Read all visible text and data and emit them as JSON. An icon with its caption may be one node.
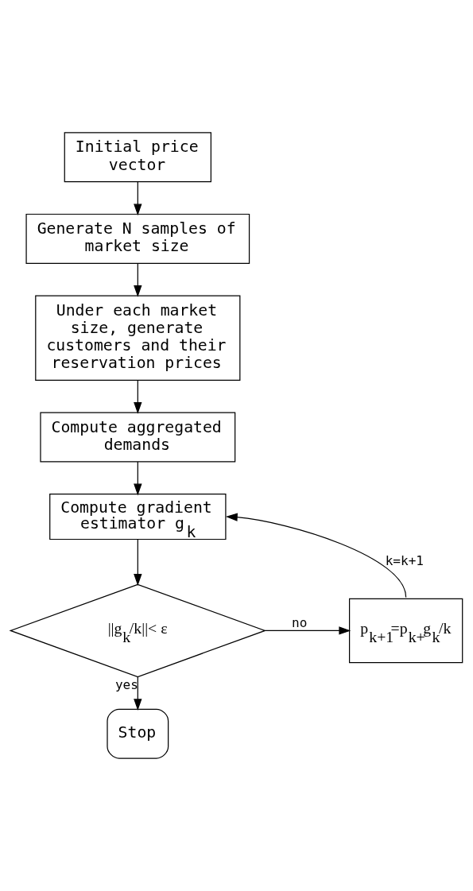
{
  "diagram": {
    "nodes": [
      {
        "text": [
          "Initial price vector"
        ]
      },
      {
        "text": [
          "Generate N samples of market size"
        ]
      },
      {
        "text": [
          "Under each market size, generate customers and their reservation prices"
        ]
      },
      {
        "text": [
          "Compute aggregated demands"
        ]
      },
      {
        "text": [
          "Compute gradient estimator g$_{k}$"
        ]
      },
      {
        "text": [
          "||g$_{k}$/k||< ε"
        ]
      },
      {
        "text": [
          "p$_{k+1}$=p$_{k+}$g$_{k}$/k"
        ]
      },
      {
        "text": [
          "Stop"
        ]
      }
    ],
    "edges": [
      {
        "from": 0,
        "to": 1,
        "arrow": "to"
      },
      {
        "from": 1,
        "to": 2,
        "arrow": "to"
      },
      {
        "from": 2,
        "to": 3,
        "arrow": "to"
      },
      {
        "from": 3,
        "to": 4,
        "arrow": "to"
      },
      {
        "from": 4,
        "to": 5,
        "arrow": "to"
      },
      {
        "from": 5,
        "to": 6,
        "label": "no",
        "arrow": "to"
      },
      {
        "from": 6,
        "to": 4,
        "label": "k=k+1",
        "arrow": "to"
      },
      {
        "from": 5,
        "to": 7,
        "label": "yes",
        "arrow": "to"
      }
    ]
  }
}
